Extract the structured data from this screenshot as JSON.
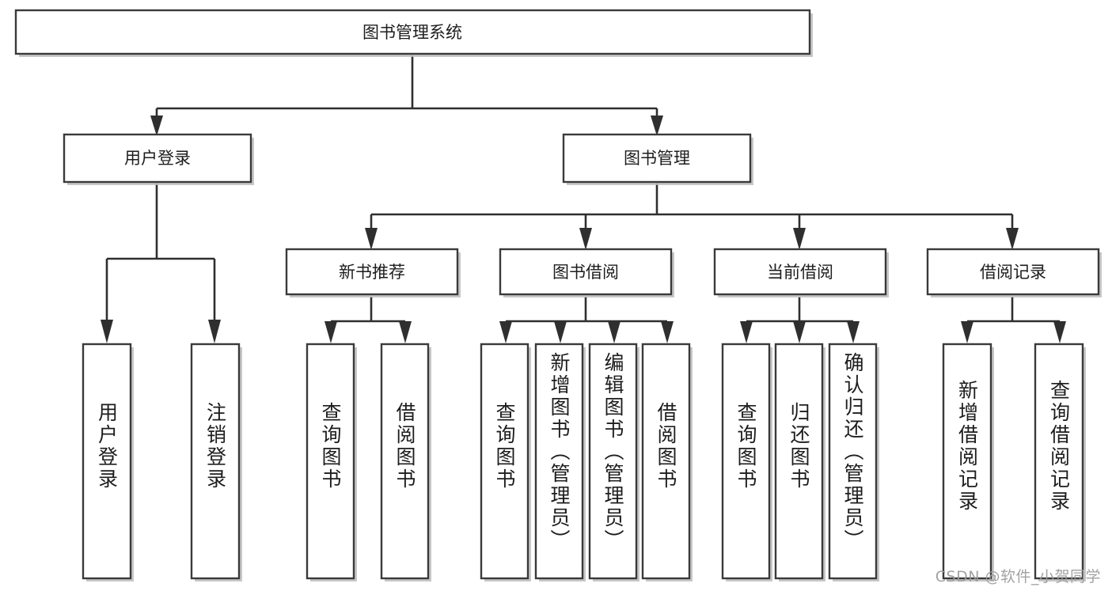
{
  "diagram": {
    "title": "图书管理系统",
    "type": "tree-hierarchy-chart",
    "watermark": "CSDN @软件_小贺同学",
    "root": {
      "label": "图书管理系统"
    },
    "level2": [
      {
        "label": "用户登录"
      },
      {
        "label": "图书管理"
      }
    ],
    "level3": [
      {
        "label": "新书推荐"
      },
      {
        "label": "图书借阅"
      },
      {
        "label": "当前借阅"
      },
      {
        "label": "借阅记录"
      }
    ],
    "leaves": [
      {
        "label": "用户登录",
        "parent": "用户登录"
      },
      {
        "label": "注销登录",
        "parent": "用户登录"
      },
      {
        "label": "查询图书",
        "parent": "新书推荐"
      },
      {
        "label": "借阅图书",
        "parent": "新书推荐"
      },
      {
        "label": "查询图书",
        "parent": "图书借阅"
      },
      {
        "label": "新增图书（管理员）",
        "parent": "图书借阅"
      },
      {
        "label": "编辑图书（管理员）",
        "parent": "图书借阅"
      },
      {
        "label": "借阅图书",
        "parent": "图书借阅"
      },
      {
        "label": "查询图书",
        "parent": "当前借阅"
      },
      {
        "label": "归还图书",
        "parent": "当前借阅"
      },
      {
        "label": "确认归还（管理员）",
        "parent": "当前借阅"
      },
      {
        "label": "新增借阅记录",
        "parent": "借阅记录"
      },
      {
        "label": "查询借阅记录",
        "parent": "借阅记录"
      }
    ],
    "colors": {
      "box_fill": "#ffffff",
      "box_stroke": "#3a3a3a",
      "edge": "#2f2f2f",
      "text": "#1d1d1d",
      "watermark": "#9b9b9b",
      "background": "#ffffff"
    }
  }
}
